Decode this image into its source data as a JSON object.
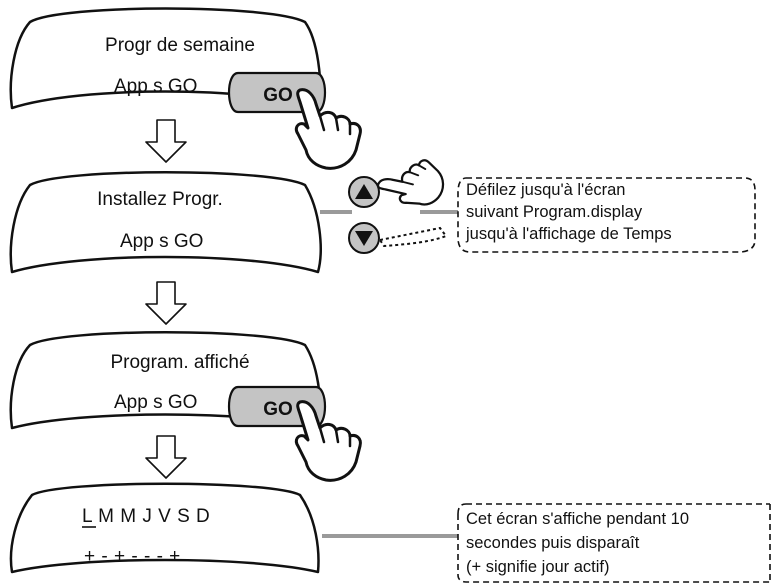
{
  "screens": [
    {
      "title": "Progr de semaine",
      "action": "App s GO"
    },
    {
      "title": "Installez Progr.",
      "action": "App s GO"
    },
    {
      "title": "Program. affiché",
      "action": "App s GO"
    }
  ],
  "days_screen": {
    "days": "L M M J V S D",
    "states": "+ - + - - - +"
  },
  "go_button_label": "GO",
  "notes": {
    "scroll": [
      "Défilez jusqu'à l'écran",
      "suivant Program.display",
      "jusqu'à l'affichage de Temps"
    ],
    "days": [
      "Cet écran s'affiche pendant 10",
      "secondes puis disparaît",
      "(+ signifie jour actif)"
    ]
  },
  "icons": [
    "hand-pointer-icon",
    "up-arrow-button-icon",
    "down-arrow-button-icon",
    "down-flow-arrow-icon"
  ],
  "colors": {
    "button_fill": "#c4c4c4",
    "connector": "#9a9a9a",
    "outline": "#111111"
  }
}
